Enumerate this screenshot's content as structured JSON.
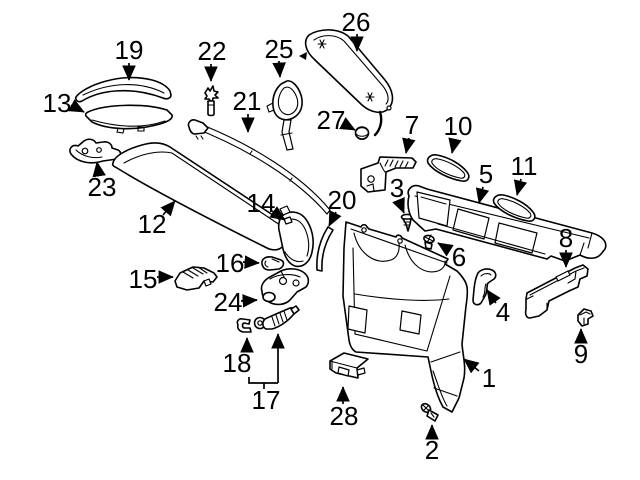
{
  "diagram": {
    "type": "exploded-parts-diagram",
    "background_color": "#ffffff",
    "line_color": "#000000",
    "part_count": 28,
    "callouts": [
      {
        "number": "1"
      },
      {
        "number": "2"
      },
      {
        "number": "3"
      },
      {
        "number": "4"
      },
      {
        "number": "5"
      },
      {
        "number": "6"
      },
      {
        "number": "7"
      },
      {
        "number": "8"
      },
      {
        "number": "9"
      },
      {
        "number": "10"
      },
      {
        "number": "11"
      },
      {
        "number": "12"
      },
      {
        "number": "13"
      },
      {
        "number": "14"
      },
      {
        "number": "15"
      },
      {
        "number": "16"
      },
      {
        "number": "17"
      },
      {
        "number": "18"
      },
      {
        "number": "19"
      },
      {
        "number": "20"
      },
      {
        "number": "21"
      },
      {
        "number": "22"
      },
      {
        "number": "23"
      },
      {
        "number": "24"
      },
      {
        "number": "25"
      },
      {
        "number": "26"
      },
      {
        "number": "27"
      },
      {
        "number": "28"
      }
    ]
  }
}
